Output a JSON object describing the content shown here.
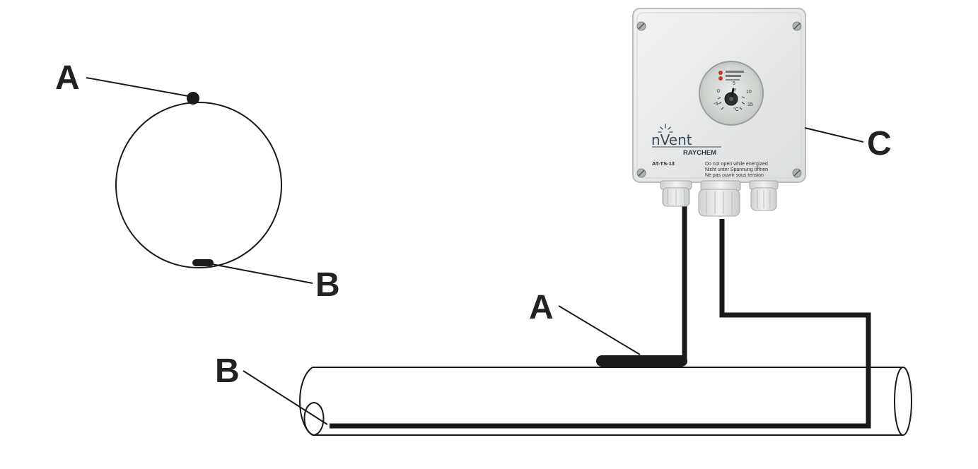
{
  "callouts": {
    "circle_a": "A",
    "circle_b": "B",
    "pipe_a": "A",
    "pipe_b": "B",
    "box_c": "C"
  },
  "device": {
    "brand": "nVent",
    "sub_brand": "RAYCHEM",
    "model": "AT-TS-13",
    "warning_en": "Do not open while energized",
    "warning_de": "Nicht unter Spannung öffnen",
    "warning_fr": "Ne pas ouvrir sous tension",
    "dial_labels": [
      "0",
      "5",
      "10",
      "15",
      "-5",
      "°C"
    ]
  },
  "colors": {
    "line": "#1a1a1a",
    "housing": "#e9eaea",
    "housing_edge": "#b9bcbe",
    "dial_face": "#d7dbd8"
  }
}
